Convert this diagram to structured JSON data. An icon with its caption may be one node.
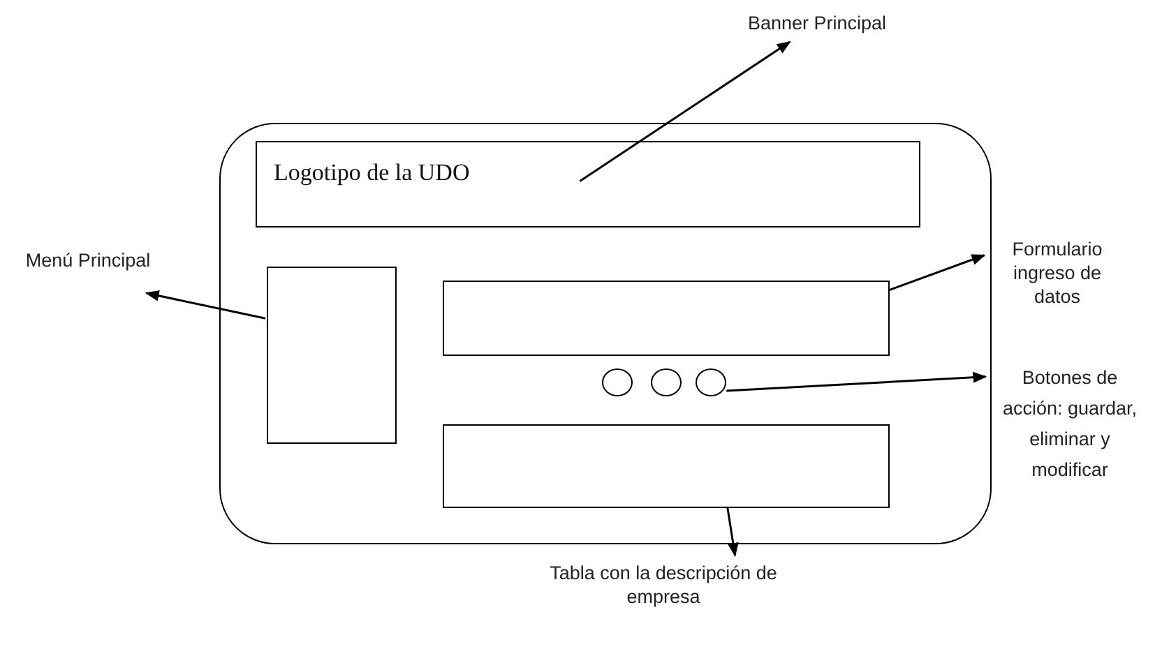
{
  "diagram": {
    "nodes": [
      {
        "text": [],
        "shape": "box"
      },
      {
        "text": [
          "Logotipo de la UDO"
        ],
        "in": 0
      },
      {
        "text": [],
        "shape": "box",
        "in": 0
      },
      {
        "text": [],
        "shape": "box",
        "in": 0
      },
      {
        "text": [],
        "shape": "circle",
        "in": 0
      },
      {
        "text": [],
        "shape": "circle",
        "in": 0
      },
      {
        "text": [],
        "shape": "circle",
        "in": 0
      },
      {
        "text": [],
        "shape": "box",
        "in": 0
      },
      {
        "text": [
          "Banner Principal"
        ]
      },
      {
        "text": [
          "Menú Principal"
        ]
      },
      {
        "text": [
          "Formulario ingreso de datos"
        ]
      },
      {
        "text": [
          "Botones de acción: guardar, eliminar y modificar"
        ]
      },
      {
        "text": [
          "Tabla con la descripción de empresa"
        ]
      }
    ],
    "edges": [
      {
        "from": 1,
        "to": 8,
        "arrow": "to"
      },
      {
        "from": 2,
        "to": 9,
        "arrow": "to"
      },
      {
        "from": 3,
        "to": 10,
        "arrow": "to"
      },
      {
        "from": 6,
        "to": 11,
        "arrow": "to"
      },
      {
        "from": 7,
        "to": 12,
        "arrow": "to"
      }
    ]
  }
}
